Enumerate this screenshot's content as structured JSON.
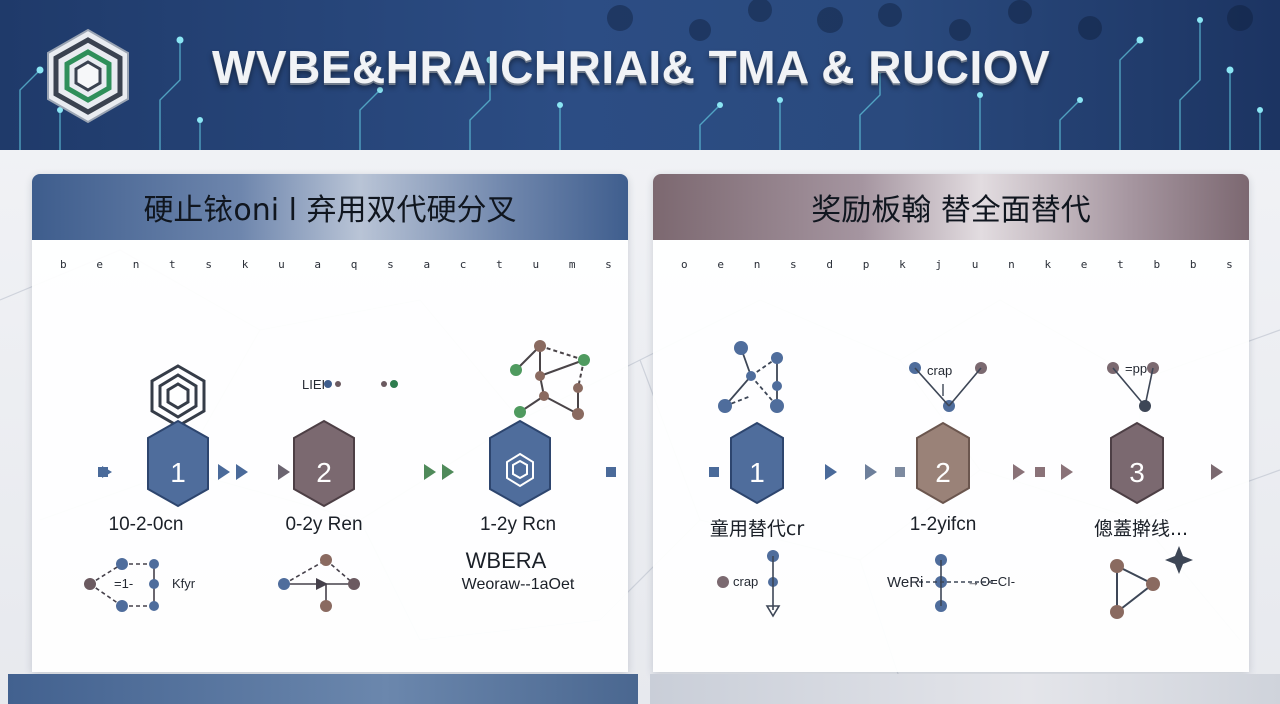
{
  "header": {
    "title": "WVBE&HRAICHRIAI& TMA & RUCIOV",
    "colors": {
      "primary": "#2c4d84",
      "circuit": "#6fd3e6"
    }
  },
  "panels": [
    {
      "title": "硬止铱oni l 弃用双代硬分叉",
      "accent": "#4a6a9a",
      "letters": [
        "b",
        "e",
        "n",
        "t",
        "s",
        "k",
        "u",
        "a",
        "q",
        "s",
        "a",
        "c",
        "t",
        "u",
        "m",
        "s"
      ],
      "steps": [
        {
          "number": "1",
          "label": "10-2-0cn"
        },
        {
          "number": "2",
          "label": "0-2y Ren"
        },
        {
          "number": "",
          "label": "1-2y Rcn"
        }
      ],
      "top_texts": [
        "LIEI"
      ],
      "bottom_texts": [
        "=1-",
        "Kfyr"
      ],
      "heading_text": "WBERA",
      "sub_text": "Weoraw--1aOet"
    },
    {
      "title": "奖励板翰 替全面替代",
      "accent": "#8a7278",
      "letters": [
        "o",
        "e",
        "n",
        "s",
        "d",
        "p",
        "k",
        "j",
        "u",
        "n",
        "k",
        "e",
        "t",
        "b",
        "b",
        "s"
      ],
      "steps": [
        {
          "number": "1",
          "label": "童用替代cr"
        },
        {
          "number": "2",
          "label": "1-2yifcn"
        },
        {
          "number": "3",
          "label": "傯蓋擀线..."
        }
      ],
      "top_texts": [
        "crap",
        "=pp"
      ],
      "bottom_texts": [
        "crap",
        "WeRi",
        "→O=CI-"
      ]
    }
  ]
}
